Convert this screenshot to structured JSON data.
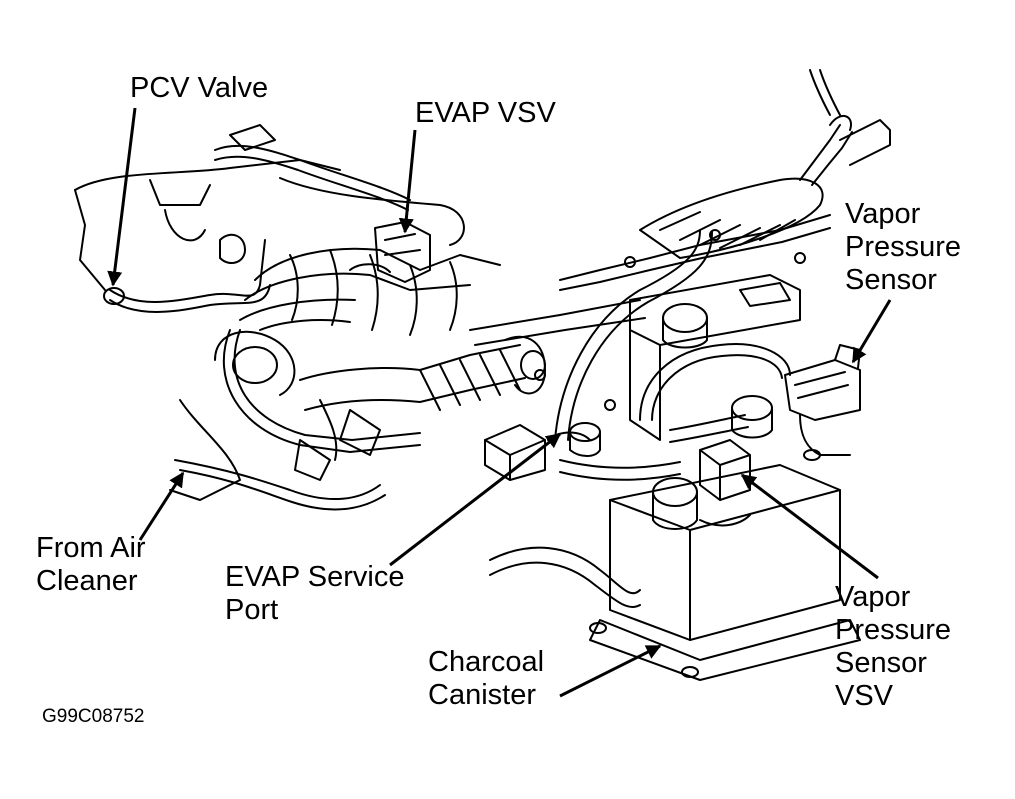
{
  "labels": {
    "pcv_valve": "PCV Valve",
    "evap_vsv": "EVAP VSV",
    "vapor_pressure_sensor": [
      "Vapor",
      "Pressure",
      "Sensor"
    ],
    "from_air_cleaner": [
      "From Air",
      "Cleaner"
    ],
    "evap_service_port": [
      "EVAP Service",
      "Port"
    ],
    "charcoal_canister": [
      "Charcoal",
      "Canister"
    ],
    "vapor_pressure_sensor_vsv": [
      "Vapor",
      "Pressure",
      "Sensor",
      "VSV"
    ]
  },
  "figure_code": "G99C08752",
  "colors": {
    "ink": "#000000",
    "paper": "#ffffff"
  }
}
